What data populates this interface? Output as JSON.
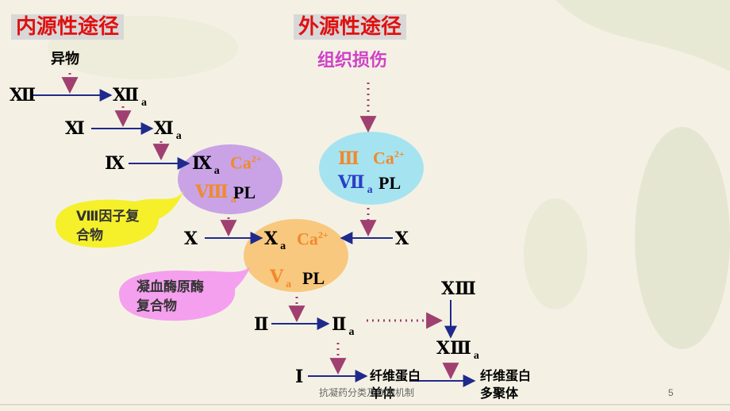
{
  "titles": {
    "intrinsic": "内源性途径",
    "extrinsic": "外源性途径"
  },
  "labels": {
    "foreign": "异物",
    "tissue_injury": "组织损伤",
    "xii": "Ⅻ",
    "xiia": "Ⅻ",
    "a": "a",
    "xi": "Ⅺ",
    "xia": "Ⅺ",
    "ix": "Ⅸ",
    "ixa": "Ⅸ",
    "viiia": "Ⅷ",
    "x_left": "Ⅹ",
    "x_right": "Ⅹ",
    "xa": "Ⅹ",
    "va": "Ⅴ",
    "iii": "Ⅲ",
    "viia": "Ⅶ",
    "ca": "Ca",
    "ca_sup": "2+",
    "pl": "PL",
    "ii": "Ⅱ",
    "iia": "Ⅱ",
    "xiii": "ⅩⅢ",
    "xiiia": "ⅩⅢ",
    "i": "Ⅰ",
    "fibrin_mono_1": "纤维蛋白",
    "fibrin_mono_2": "单体",
    "fibrin_poly_1": "纤维蛋白",
    "fibrin_poly_2": "多聚体"
  },
  "callouts": {
    "viii_complex_1": "Ⅷ因子复",
    "viii_complex_2": "合物",
    "prothrombinase_1": "凝血酶原酶",
    "prothrombinase_2": "复合物"
  },
  "footer": {
    "caption": "抗凝药分类及作用机制",
    "page": "5"
  },
  "colors": {
    "title_red": "#e01010",
    "title_bg": "#d8d8d8",
    "arrow_blue": "#1f2a8c",
    "dotted_purple": "#a04070",
    "ellipse_purple": "#c9a3e6",
    "ellipse_orange": "#f8c87e",
    "ellipse_cyan": "#a6e3f0",
    "callout_yellow": "#f5f02a",
    "callout_pink": "#f4a0ee",
    "ca_orange": "#f08a2c",
    "roman_orange": "#f08a2c",
    "roman_blue": "#2a3fc8",
    "injury_magenta": "#d040c8"
  }
}
